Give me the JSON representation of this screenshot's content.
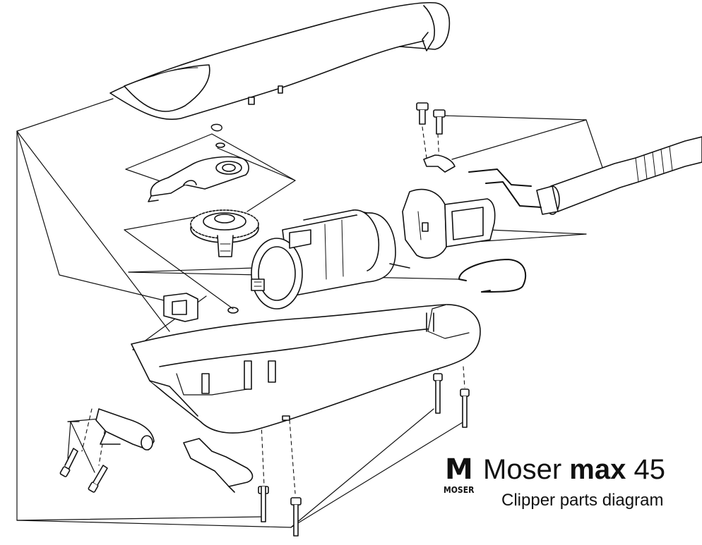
{
  "title": {
    "brand": "Moser",
    "model_name": "max",
    "model_number": "45",
    "subtitle": "Clipper parts diagram"
  },
  "logo": {
    "mark": "M",
    "wordmark": "MOSER"
  },
  "colors": {
    "ink": "#111111",
    "background": "#ffffff"
  }
}
